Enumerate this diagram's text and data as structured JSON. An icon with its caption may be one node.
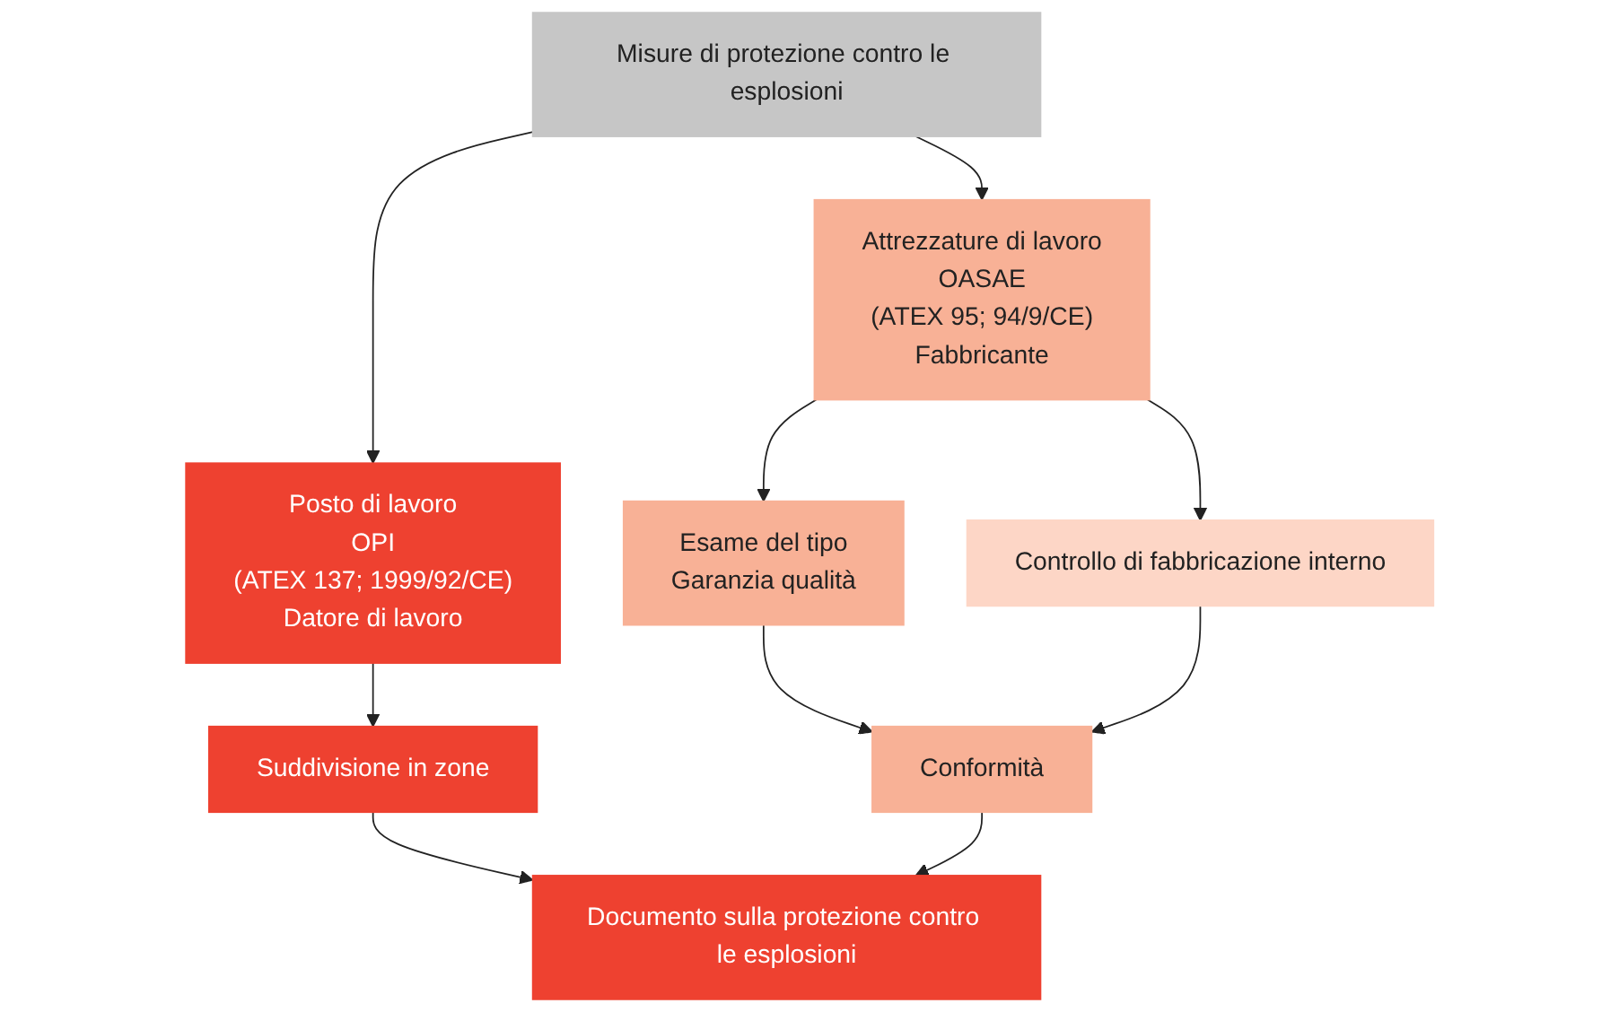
{
  "diagram": {
    "nodes": [
      {
        "text": [
          "Misure di protezione contro le esplosioni"
        ]
      },
      {
        "text": [
          "Attrezzature di lavoro",
          "OASAE",
          "(ATEX 95; 94/9/CE)",
          "Fabbricante"
        ]
      },
      {
        "text": [
          "Posto di lavoro",
          "OPI",
          "(ATEX 137; 1999/92/CE)",
          "Datore di lavoro"
        ]
      },
      {
        "text": [
          "Esame del tipo",
          "Garanzia qualità"
        ]
      },
      {
        "text": [
          "Controllo di fabbricazione interno"
        ]
      },
      {
        "text": [
          "Suddivisione in zone"
        ]
      },
      {
        "text": [
          "Conformità"
        ]
      },
      {
        "text": [
          "Documento sulla protezione contro le esplosioni"
        ]
      }
    ],
    "edges": [
      {
        "from": 0,
        "to": 1,
        "arrow": "to"
      },
      {
        "from": 0,
        "to": 2,
        "arrow": "to"
      },
      {
        "from": 1,
        "to": 3,
        "arrow": "to"
      },
      {
        "from": 1,
        "to": 4,
        "arrow": "to"
      },
      {
        "from": 2,
        "to": 5,
        "arrow": "to"
      },
      {
        "from": 3,
        "to": 6,
        "arrow": "to"
      },
      {
        "from": 4,
        "to": 6,
        "arrow": "to"
      },
      {
        "from": 5,
        "to": 7,
        "arrow": "to"
      },
      {
        "from": 6,
        "to": 7,
        "arrow": "to"
      }
    ]
  }
}
